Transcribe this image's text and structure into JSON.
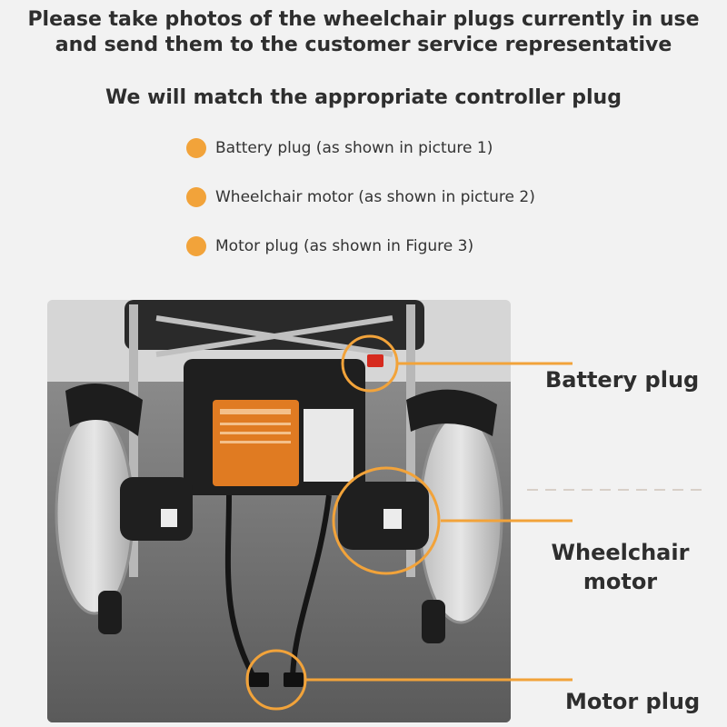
{
  "header": {
    "line1": "Please take photos of the wheelchair plugs currently in use",
    "line2": "and send them to the customer service representative",
    "line3": "We will match the appropriate controller plug"
  },
  "bullets": [
    {
      "label": "Battery plug (as shown in picture 1)"
    },
    {
      "label": "Wheelchair motor (as shown in picture 2)"
    },
    {
      "label": "Motor plug (as shown in Figure 3)"
    }
  ],
  "callouts": {
    "battery": "Battery plug",
    "wheelchair_motor_line1": "Wheelchair",
    "wheelchair_motor_line2": "motor",
    "motor_plug": "Motor plug"
  },
  "colors": {
    "accent": "#f2a33a",
    "text": "#2e2e2e",
    "background": "#f2f2f2"
  }
}
